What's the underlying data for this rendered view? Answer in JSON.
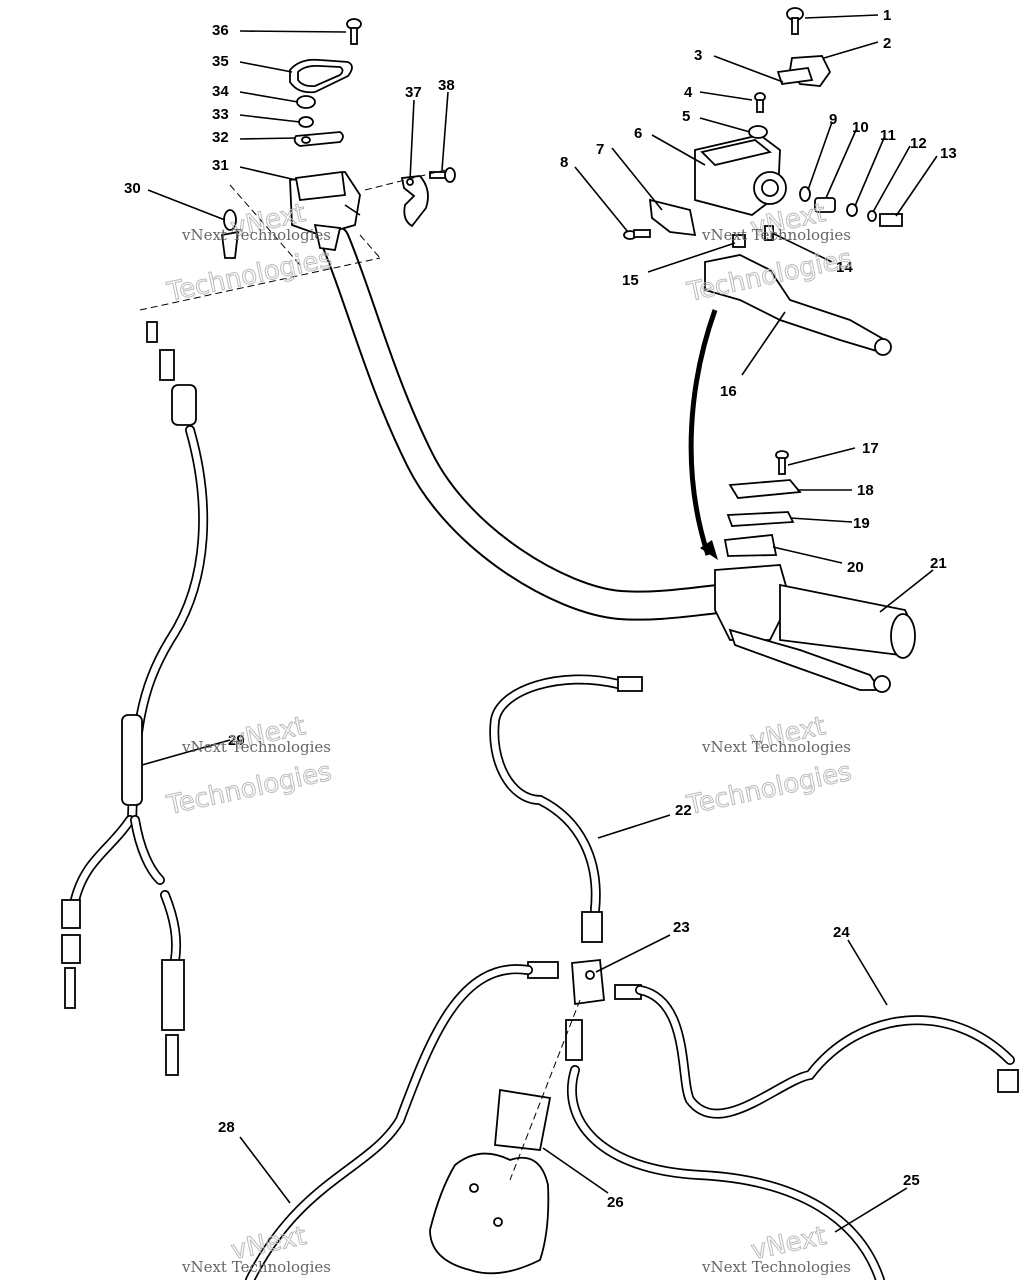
{
  "watermark": {
    "line1": "vNext Technologies",
    "line2": "vNext",
    "line3": "Technologies"
  },
  "callouts": [
    {
      "id": "c1",
      "label": "1"
    },
    {
      "id": "c2",
      "label": "2"
    },
    {
      "id": "c3",
      "label": "3"
    },
    {
      "id": "c4",
      "label": "4"
    },
    {
      "id": "c5",
      "label": "5"
    },
    {
      "id": "c6",
      "label": "6"
    },
    {
      "id": "c7",
      "label": "7"
    },
    {
      "id": "c8",
      "label": "8"
    },
    {
      "id": "c9",
      "label": "9"
    },
    {
      "id": "c10",
      "label": "10"
    },
    {
      "id": "c11",
      "label": "11"
    },
    {
      "id": "c12",
      "label": "12"
    },
    {
      "id": "c13",
      "label": "13"
    },
    {
      "id": "c14",
      "label": "14"
    },
    {
      "id": "c15",
      "label": "15"
    },
    {
      "id": "c16",
      "label": "16"
    },
    {
      "id": "c17",
      "label": "17"
    },
    {
      "id": "c18",
      "label": "18"
    },
    {
      "id": "c19",
      "label": "19"
    },
    {
      "id": "c20",
      "label": "20"
    },
    {
      "id": "c21",
      "label": "21"
    },
    {
      "id": "c22",
      "label": "22"
    },
    {
      "id": "c23",
      "label": "23"
    },
    {
      "id": "c24",
      "label": "24"
    },
    {
      "id": "c25",
      "label": "25"
    },
    {
      "id": "c26",
      "label": "26"
    },
    {
      "id": "c28",
      "label": "28"
    },
    {
      "id": "c29",
      "label": "29"
    },
    {
      "id": "c30",
      "label": "30"
    },
    {
      "id": "c31",
      "label": "31"
    },
    {
      "id": "c32",
      "label": "32"
    },
    {
      "id": "c33",
      "label": "33"
    },
    {
      "id": "c34",
      "label": "34"
    },
    {
      "id": "c35",
      "label": "35"
    },
    {
      "id": "c36",
      "label": "36"
    },
    {
      "id": "c37",
      "label": "37"
    },
    {
      "id": "c38",
      "label": "38"
    }
  ]
}
